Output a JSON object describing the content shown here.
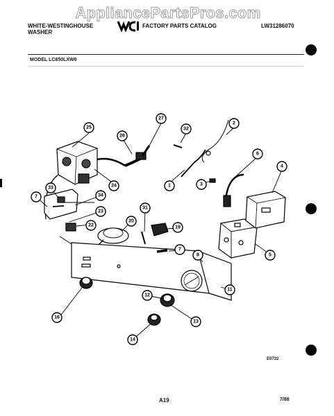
{
  "watermark": "AppliancePartsPros.com",
  "header": {
    "brand_line1": "WHITE-WESTINGHOUSE",
    "brand_line2": "WASHER",
    "catalog_title": "FACTORY PARTS CATALOG",
    "catalog_number": "LW31286070"
  },
  "model_label": "MODEL LC850LXW0",
  "logo": "wci-logo",
  "callouts": [
    "1",
    "2",
    "3",
    "4",
    "5",
    "6",
    "7",
    "7",
    "8",
    "11",
    "12",
    "13",
    "14",
    "16",
    "19",
    "20",
    "22",
    "23",
    "24",
    "25",
    "26",
    "27",
    "31",
    "32",
    "33",
    "34"
  ],
  "figure_code": "E0732",
  "footer": {
    "page": "A19",
    "date": "7/88"
  },
  "colors": {
    "ink": "#111111",
    "paper": "#ffffff",
    "watermark_outline": "#9a9a9a"
  }
}
